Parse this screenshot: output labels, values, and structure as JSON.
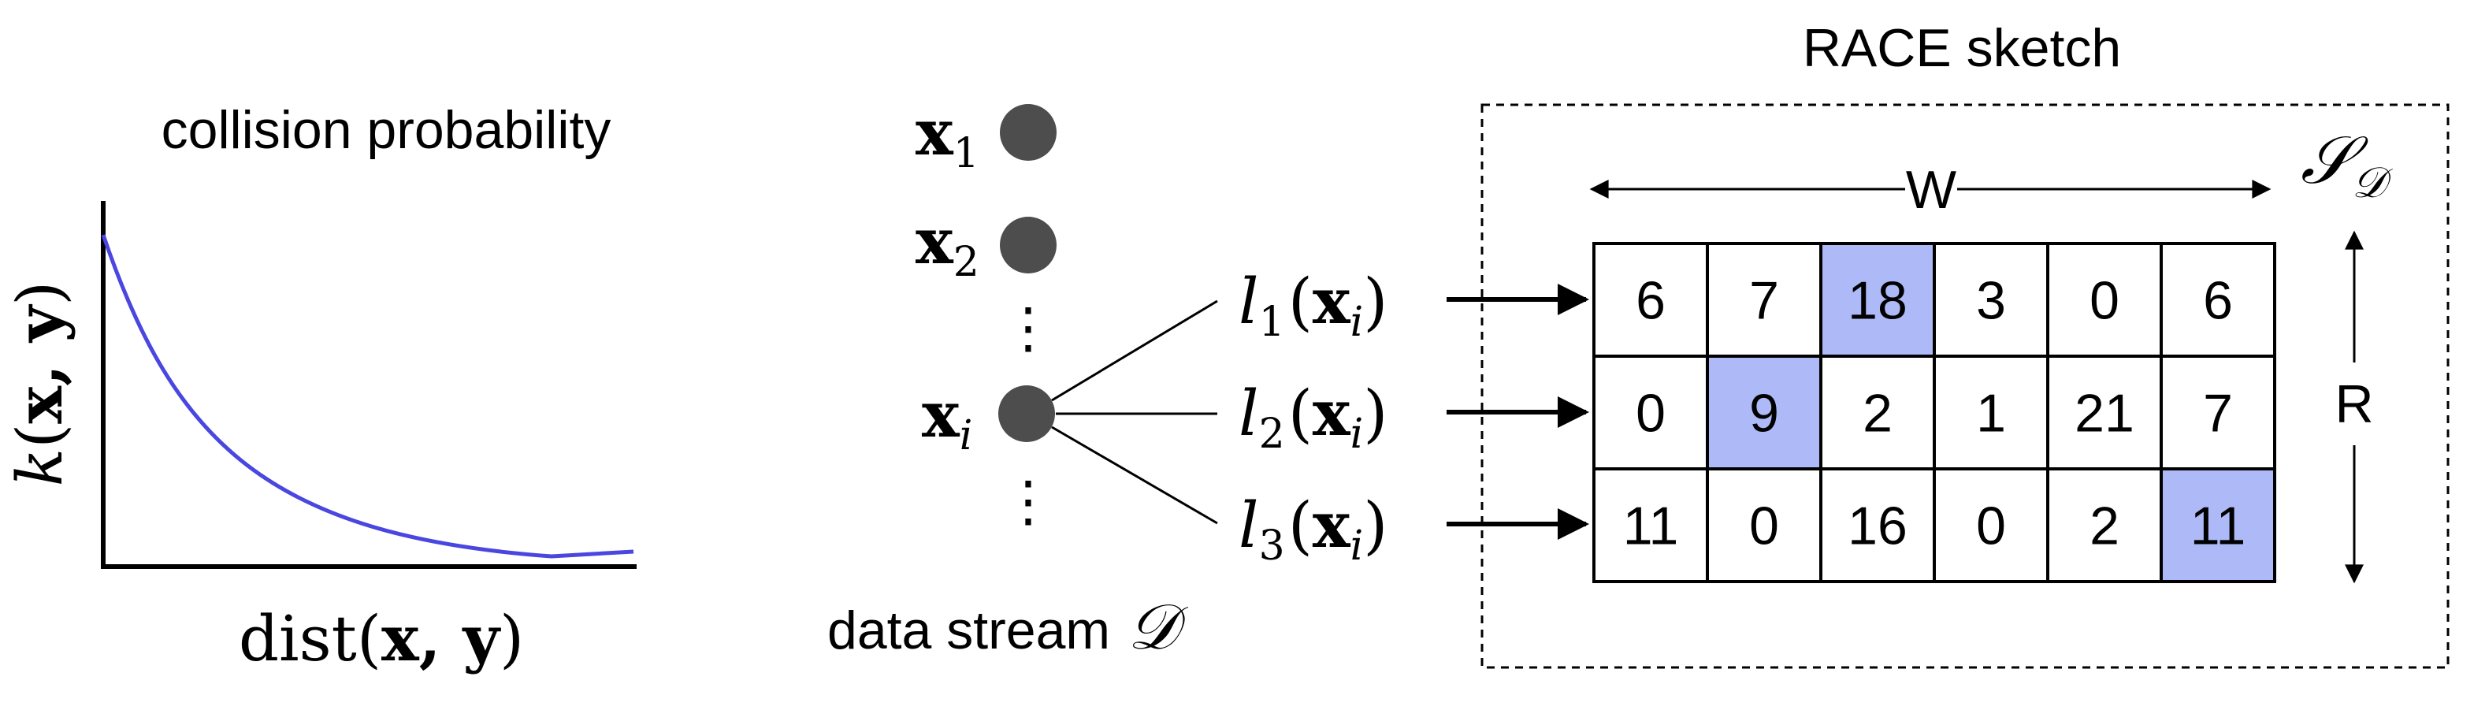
{
  "kernel_plot": {
    "title": "collision probability",
    "ylabel": {
      "func": "k",
      "args": "x, y"
    },
    "xlabel": {
      "func": "dist",
      "args": "x, y"
    },
    "curve_color": "#4a46e0"
  },
  "stream": {
    "items": [
      {
        "var": "x",
        "sub": "1"
      },
      {
        "var": "x",
        "sub": "2"
      },
      {
        "var": "x",
        "sub": "i"
      }
    ],
    "ellipsis": "⋮",
    "caption": "data stream",
    "caption_symbol": "𝒟",
    "dot_color": "#4d4d4d"
  },
  "hashes": [
    {
      "func": "l",
      "sub": "1",
      "arg_var": "x",
      "arg_sub": "i"
    },
    {
      "func": "l",
      "sub": "2",
      "arg_var": "x",
      "arg_sub": "i"
    },
    {
      "func": "l",
      "sub": "3",
      "arg_var": "x",
      "arg_sub": "i"
    }
  ],
  "sketch": {
    "title": "RACE sketch",
    "width_label": "W",
    "rows_label": "R",
    "symbol": "𝒮",
    "symbol_sub": "𝒟",
    "highlight_color": "#adbaf7",
    "rows": [
      [
        6,
        7,
        18,
        3,
        0,
        6
      ],
      [
        0,
        9,
        2,
        1,
        21,
        7
      ],
      [
        11,
        0,
        16,
        0,
        2,
        11
      ]
    ],
    "highlighted": [
      [
        0,
        2
      ],
      [
        1,
        1
      ],
      [
        2,
        5
      ]
    ]
  }
}
